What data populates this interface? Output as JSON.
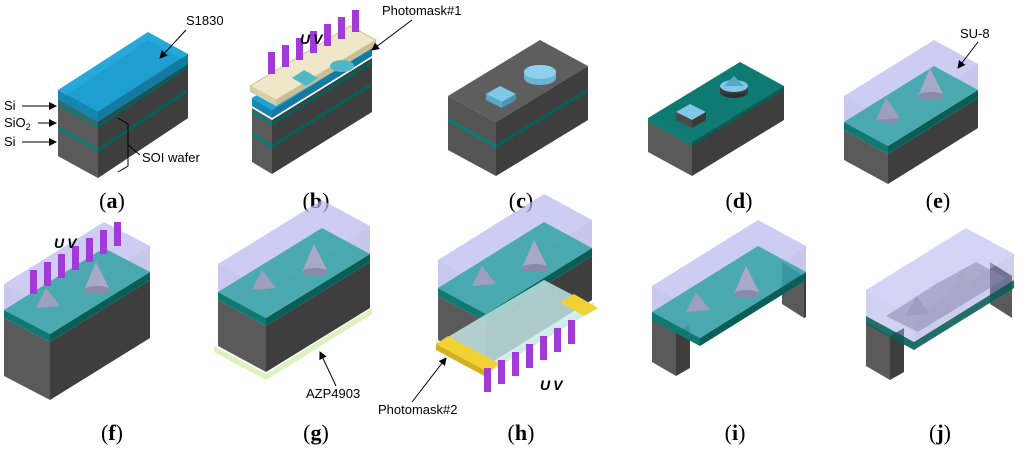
{
  "panels": [
    {
      "id": "a",
      "caption": "(a)"
    },
    {
      "id": "b",
      "caption": "(b)"
    },
    {
      "id": "c",
      "caption": "(c)"
    },
    {
      "id": "d",
      "caption": "(d)"
    },
    {
      "id": "e",
      "caption": "(e)"
    },
    {
      "id": "f",
      "caption": "(f)"
    },
    {
      "id": "g",
      "caption": "(g)"
    },
    {
      "id": "h",
      "caption": "(h)"
    },
    {
      "id": "i",
      "caption": "(i)"
    },
    {
      "id": "j",
      "caption": "(j)"
    }
  ],
  "labels": {
    "s1830": "S1830",
    "si_top": "Si",
    "sio2_base": "SiO",
    "sio2_sub": "2",
    "si_bottom": "Si",
    "soi_wafer": "SOI wafer",
    "photomask1": "Photomask#1",
    "photomask2": "Photomask#2",
    "su8": "SU-8",
    "azp4903": "AZP4903",
    "uv": "UV"
  },
  "colors": {
    "si_front": "#5a5a5a",
    "si_side": "#3f3f3f",
    "si_top": "#6d6d6d",
    "oxide": "#0e7a72",
    "resist_s1830": "#1aa3d9",
    "mask_tan": "#eee8c8",
    "su8": "#b8b8f0",
    "uv_arrow": "#a13ad9",
    "azp": "#d8f2b8",
    "mask_yellow": "#f2d233"
  }
}
